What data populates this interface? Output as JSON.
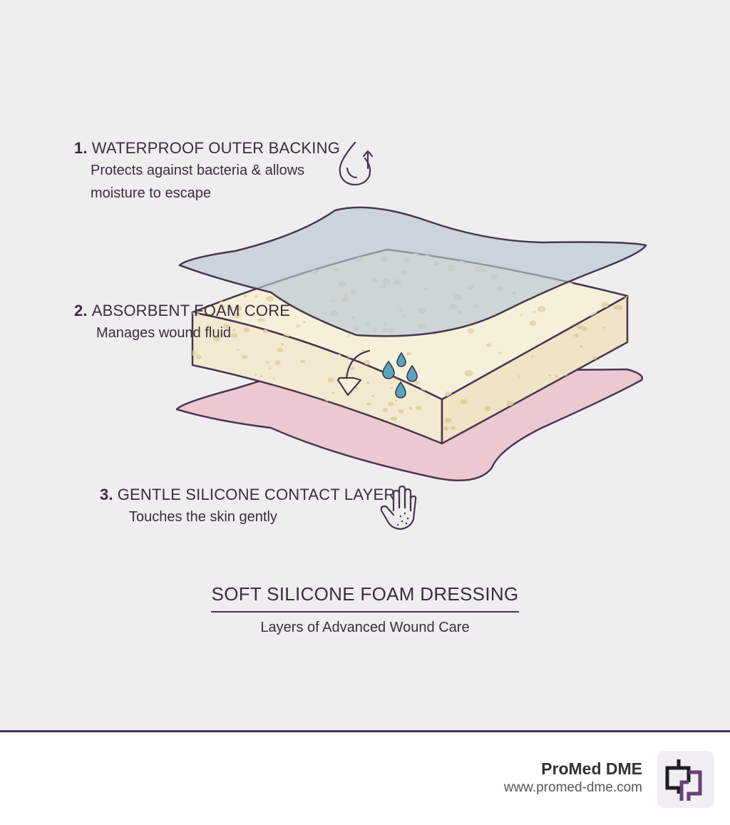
{
  "layers": [
    {
      "number": "1.",
      "heading": "WATERPROOF OUTER BACKING",
      "description_lines": [
        "Protects against bacteria & allows",
        "moisture to escape"
      ],
      "icon": "water-drop-icon"
    },
    {
      "number": "2.",
      "heading": "ABSORBENT FOAM CORE",
      "description_lines": [
        "Manages wound fluid"
      ],
      "icon": "droplets-icon"
    },
    {
      "number": "3.",
      "heading": "GENTLE SILICONE CONTACT LAYER",
      "description_lines": [
        "Touches the skin gently"
      ],
      "icon": "hand-icon"
    }
  ],
  "title": "SOFT SILICONE FOAM DRESSING",
  "subtitle": "Layers of Advanced Wound Care",
  "brand": {
    "name": "ProMed DME",
    "url": "www.promed-dme.com",
    "logo": "promed-logo-icon"
  },
  "colors": {
    "outline": "#4a3550",
    "backing_fill": "#c9d2da",
    "foam_fill": "#f5efd8",
    "foam_pores": "#e6d7b0",
    "silicone_fill": "#ecc9d0",
    "drop_fill": "#5aa3bd",
    "footer_rule": "#4d3559"
  }
}
